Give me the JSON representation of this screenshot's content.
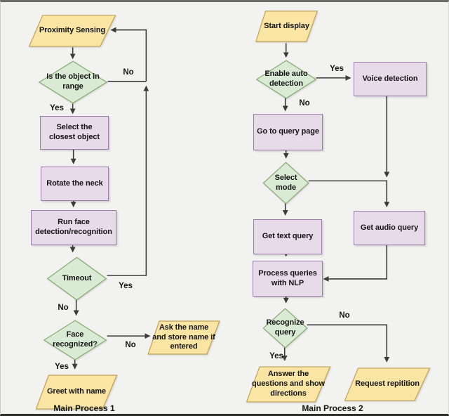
{
  "diagram": {
    "type": "flowchart",
    "colors": {
      "background": "#f2f2f0",
      "io_fill": "#fae5a4",
      "io_border": "#c0a253",
      "process_fill": "#e7dae9",
      "process_border": "#9a7aa8",
      "decision_fill": "#d9ebd5",
      "decision_border": "#86aa70",
      "line": "#3c3c3c",
      "text": "#141414"
    },
    "process1": {
      "caption": "Main Process 1",
      "nodes": {
        "proximity_sensing": "Proximity Sensing",
        "object_in_range": "Is the object in\nrange",
        "select_closest": "Select the\nclosest object",
        "rotate_neck": "Rotate the neck",
        "run_face_detection": "Run face\ndetection/recognition",
        "timeout": "Timeout",
        "face_recognized": "Face\nrecognized?",
        "ask_name": "Ask the name\nand store name if\nentered",
        "greet_with_name": "Greet with name"
      },
      "edge_labels": {
        "range_no": "No",
        "range_yes": "Yes",
        "timeout_yes": "Yes",
        "timeout_no": "No",
        "face_no": "No",
        "face_yes": "Yes"
      }
    },
    "process2": {
      "caption": "Main Process 2",
      "nodes": {
        "start_display": "Start display",
        "enable_auto_detection": "Enable auto\ndetection",
        "voice_detection": "Voice detection",
        "go_to_query_page": "Go to query page",
        "select_mode": "Select\nmode",
        "get_text_query": "Get text query",
        "get_audio_query": "Get audio query",
        "process_queries_nlp": "Process queries\nwith NLP",
        "recognize_query": "Recognize\nquery",
        "answer_questions": "Answer the\nquestions and show\ndirections",
        "request_repetition": "Request repitition"
      },
      "edge_labels": {
        "auto_yes": "Yes",
        "auto_no": "No",
        "recognize_no": "No",
        "recognize_yes": "Yes"
      }
    }
  }
}
